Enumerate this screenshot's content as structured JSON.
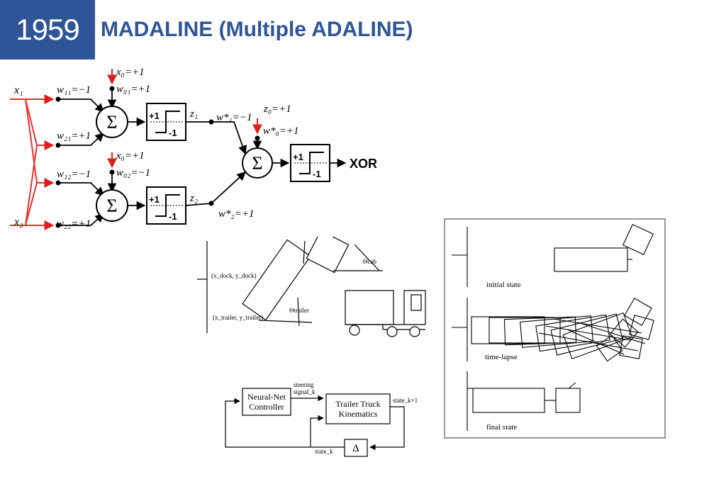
{
  "header": {
    "year": "1959",
    "title": "MADALINE (Multiple ADALINE)"
  },
  "network": {
    "x1": "x₁",
    "x2": "x₂",
    "w11": "w₁₁=−1",
    "w21": "w₂₁=+1",
    "w12": "w₁₂=−1",
    "w22": "w₂₂=+1",
    "bias_top_x": "x₀=+1",
    "bias_top_w": "w₀₁=+1",
    "bias_mid_x": "x₀=+1",
    "bias_mid_w": "w₀₂=−1",
    "sum_symbol": "Σ",
    "z1": "z₁",
    "z2": "z₂",
    "w1_star": "w*₁=−1",
    "w2_star": "w*₂=+1",
    "z0": "z₀=+1",
    "w0_star": "w*₀=+1",
    "step_high": "+1",
    "step_low": "-1",
    "output": "XOR",
    "colors": {
      "input_lines": "#e8312f",
      "bias_arrows": "#d8201c"
    }
  },
  "truck": {
    "dock_label": "(x_dock, y_dock)",
    "trailer_label": "(x_trailer, y_trailer)",
    "theta_cab": "Θcab",
    "theta_trailer": "Θtrailer"
  },
  "control": {
    "controller": [
      "Neural-Net",
      "Controller"
    ],
    "steering": [
      "steering",
      "signal_k"
    ],
    "kinematics": [
      "Trailer Truck",
      "Kinematics"
    ],
    "state_next": "state_k+1",
    "delay": "Δ",
    "state_k": "state_k"
  },
  "sim": {
    "initial": "initial state",
    "timelapse": "time-lapse",
    "final": "final state"
  }
}
